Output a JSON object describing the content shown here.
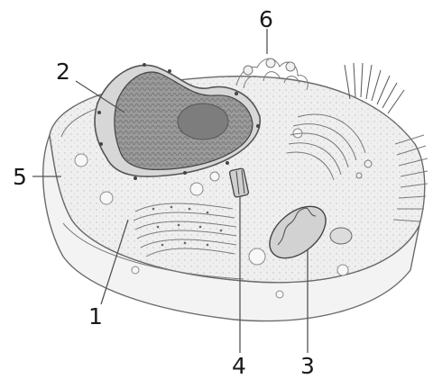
{
  "labels": {
    "n1": "1",
    "n2": "2",
    "n3": "3",
    "n4": "4",
    "n5": "5",
    "n6": "6"
  },
  "colors": {
    "background": "#ffffff",
    "cytoplasm": "#eeeeee",
    "nucleus": "#8c8c8c",
    "outline": "#6b6b6b"
  }
}
